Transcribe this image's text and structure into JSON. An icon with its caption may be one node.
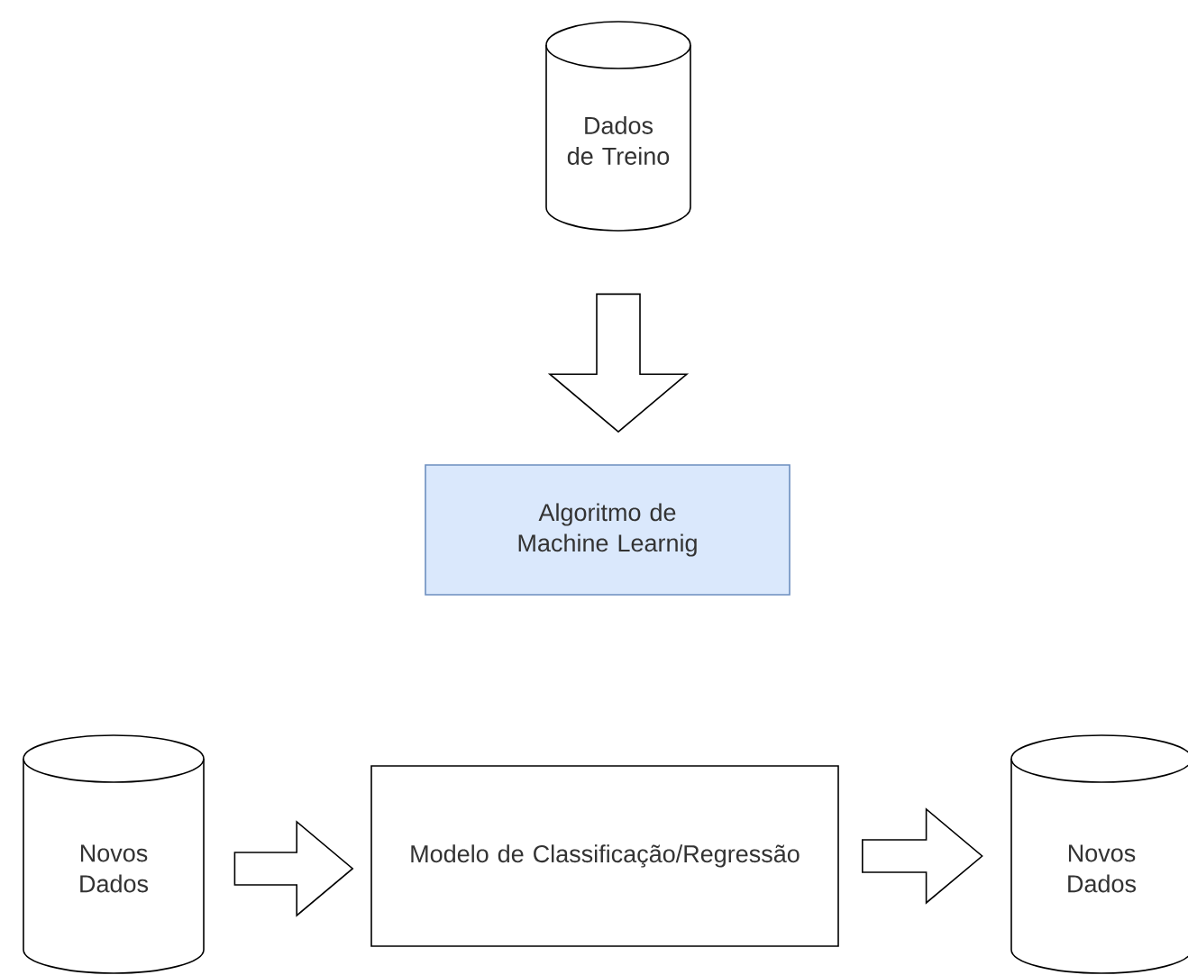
{
  "diagram": {
    "nodes": [
      {
        "text": [
          "Dados de Treino"
        ]
      },
      {
        "text": [
          "Algoritmo de Machine Learnig"
        ]
      },
      {
        "text": [
          "Novos Dados"
        ]
      },
      {
        "text": [
          "Modelo de Classificação/Regressão"
        ]
      },
      {
        "text": [
          "Novos Dados"
        ]
      }
    ],
    "edges": [
      {
        "from": 0,
        "to": 1,
        "arrow": "to"
      },
      {
        "from": 2,
        "to": 3,
        "arrow": "to"
      },
      {
        "from": 3,
        "to": 4,
        "arrow": "to"
      }
    ]
  }
}
